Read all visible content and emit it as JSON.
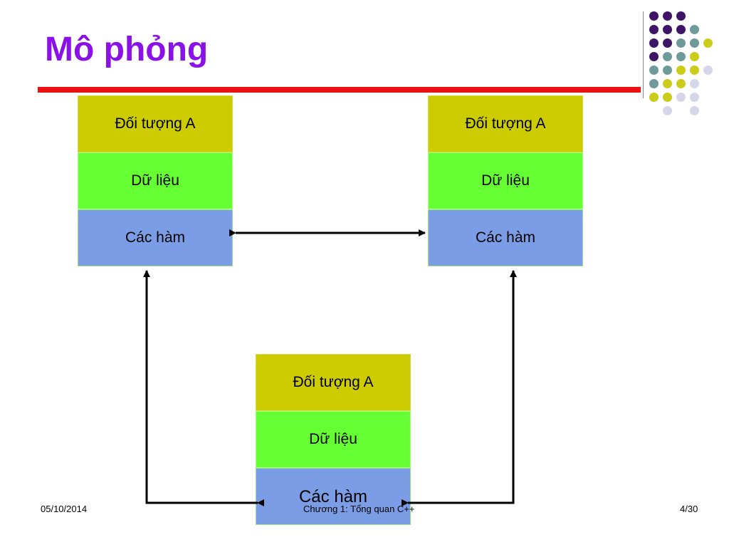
{
  "slide": {
    "title": "Mô phỏng"
  },
  "objects": [
    {
      "name": "Đối tượng A",
      "data": "Dữ liệu",
      "methods": "Các hàm"
    },
    {
      "name": "Đối tượng A",
      "data": "Dữ liệu",
      "methods": "Các hàm"
    },
    {
      "name": "Đối tượng A",
      "data": "Dữ liệu",
      "methods": "Các hàm"
    }
  ],
  "footer": {
    "date": "05/10/2014",
    "chapter": "Chương 1: Tổng quan C++",
    "page": "4/30"
  },
  "colors": {
    "title": "#8a12e8",
    "rule": "#ee1111",
    "header_cell": "#cccc00",
    "data_cell": "#66ff33",
    "methods_cell": "#7b9de6",
    "dot_purple": "#3d1466",
    "dot_teal": "#6e9a9a",
    "dot_yellow": "#cccc1a",
    "dot_lavender": "#d6d6ea"
  }
}
